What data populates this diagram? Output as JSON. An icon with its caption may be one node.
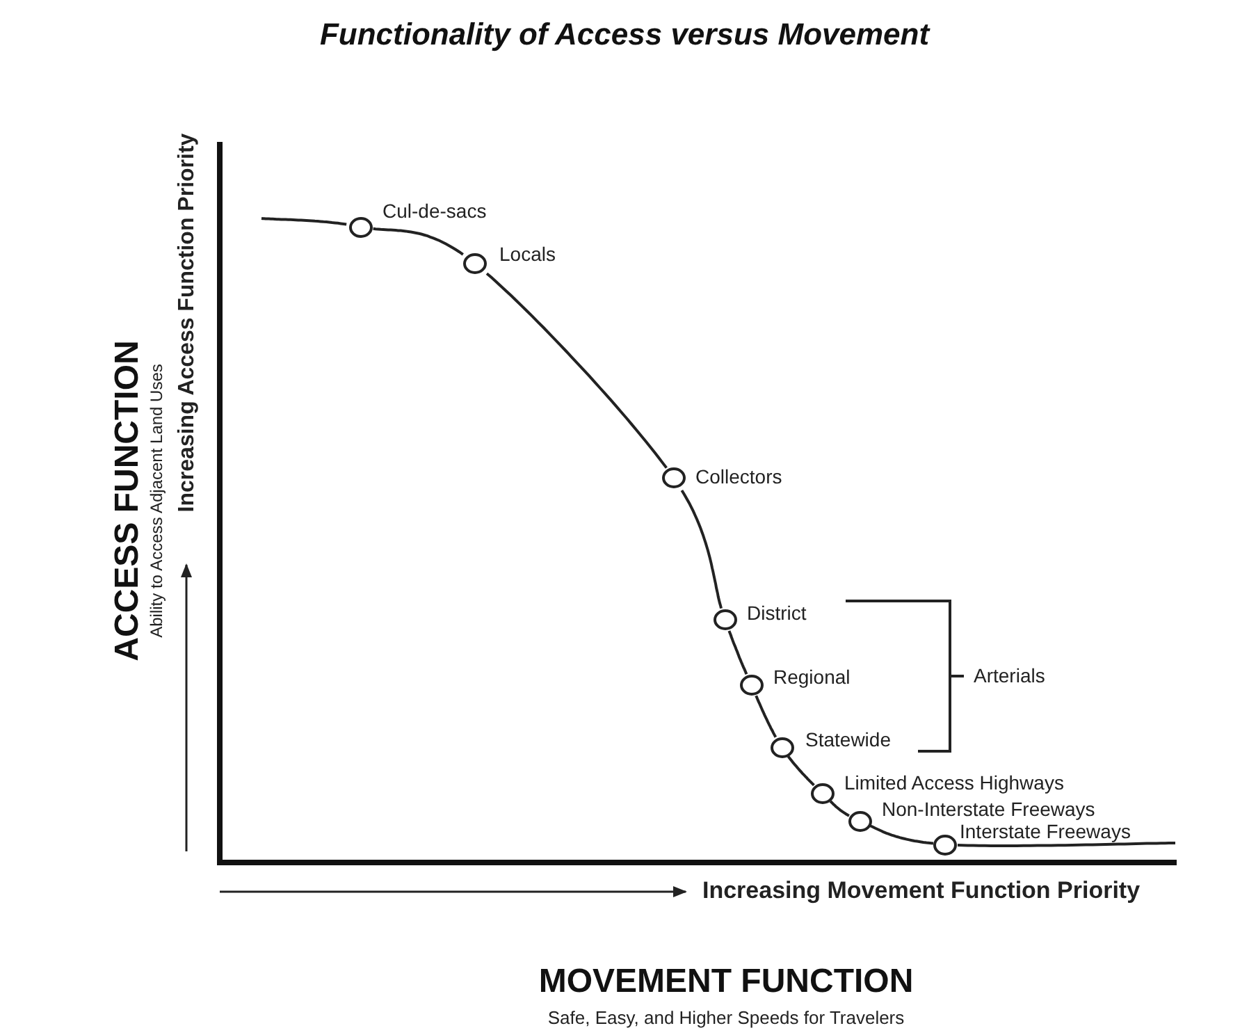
{
  "diagram": {
    "title": "Functionality of Access versus Movement",
    "nodes": [
      {
        "text": [],
        "shape": "circle",
        "beside": [
          "Cul-de-sacs"
        ]
      },
      {
        "text": [],
        "shape": "circle",
        "beside": [
          "Locals"
        ]
      },
      {
        "text": [],
        "shape": "circle",
        "beside": [
          "Collectors"
        ]
      },
      {
        "text": [],
        "shape": "circle",
        "beside": [
          "District"
        ]
      },
      {
        "text": [],
        "shape": "circle",
        "beside": [
          "Regional"
        ]
      },
      {
        "text": [],
        "shape": "circle",
        "beside": [
          "Statewide"
        ]
      },
      {
        "text": [],
        "shape": "circle",
        "beside": [
          "Limited Access Highways"
        ]
      },
      {
        "text": [],
        "shape": "circle",
        "beside": [
          "Non-Interstate Freeways"
        ]
      },
      {
        "text": [],
        "shape": "circle",
        "beside": [
          "Interstate Freeways"
        ]
      }
    ],
    "edges": [
      {
        "from": 0,
        "to": 1,
        "arrow": "none"
      },
      {
        "from": 1,
        "to": 2,
        "arrow": "none"
      },
      {
        "from": 2,
        "to": 3,
        "arrow": "none"
      },
      {
        "from": 3,
        "to": 4,
        "arrow": "none"
      },
      {
        "from": 4,
        "to": 5,
        "arrow": "none"
      },
      {
        "from": 5,
        "to": 6,
        "arrow": "none"
      },
      {
        "from": 6,
        "to": 7,
        "arrow": "none"
      },
      {
        "from": 7,
        "to": 8,
        "arrow": "none"
      }
    ],
    "labels": [
      "Increasing Access Function Priority",
      "ACCESS FUNCTION",
      "Ability to Access Adjacent Land Uses",
      "Arterials",
      "Increasing Movement Function Priority",
      "MOVEMENT FUNCTION",
      "Safe, Easy, and Higher Speeds for Travelers"
    ]
  }
}
